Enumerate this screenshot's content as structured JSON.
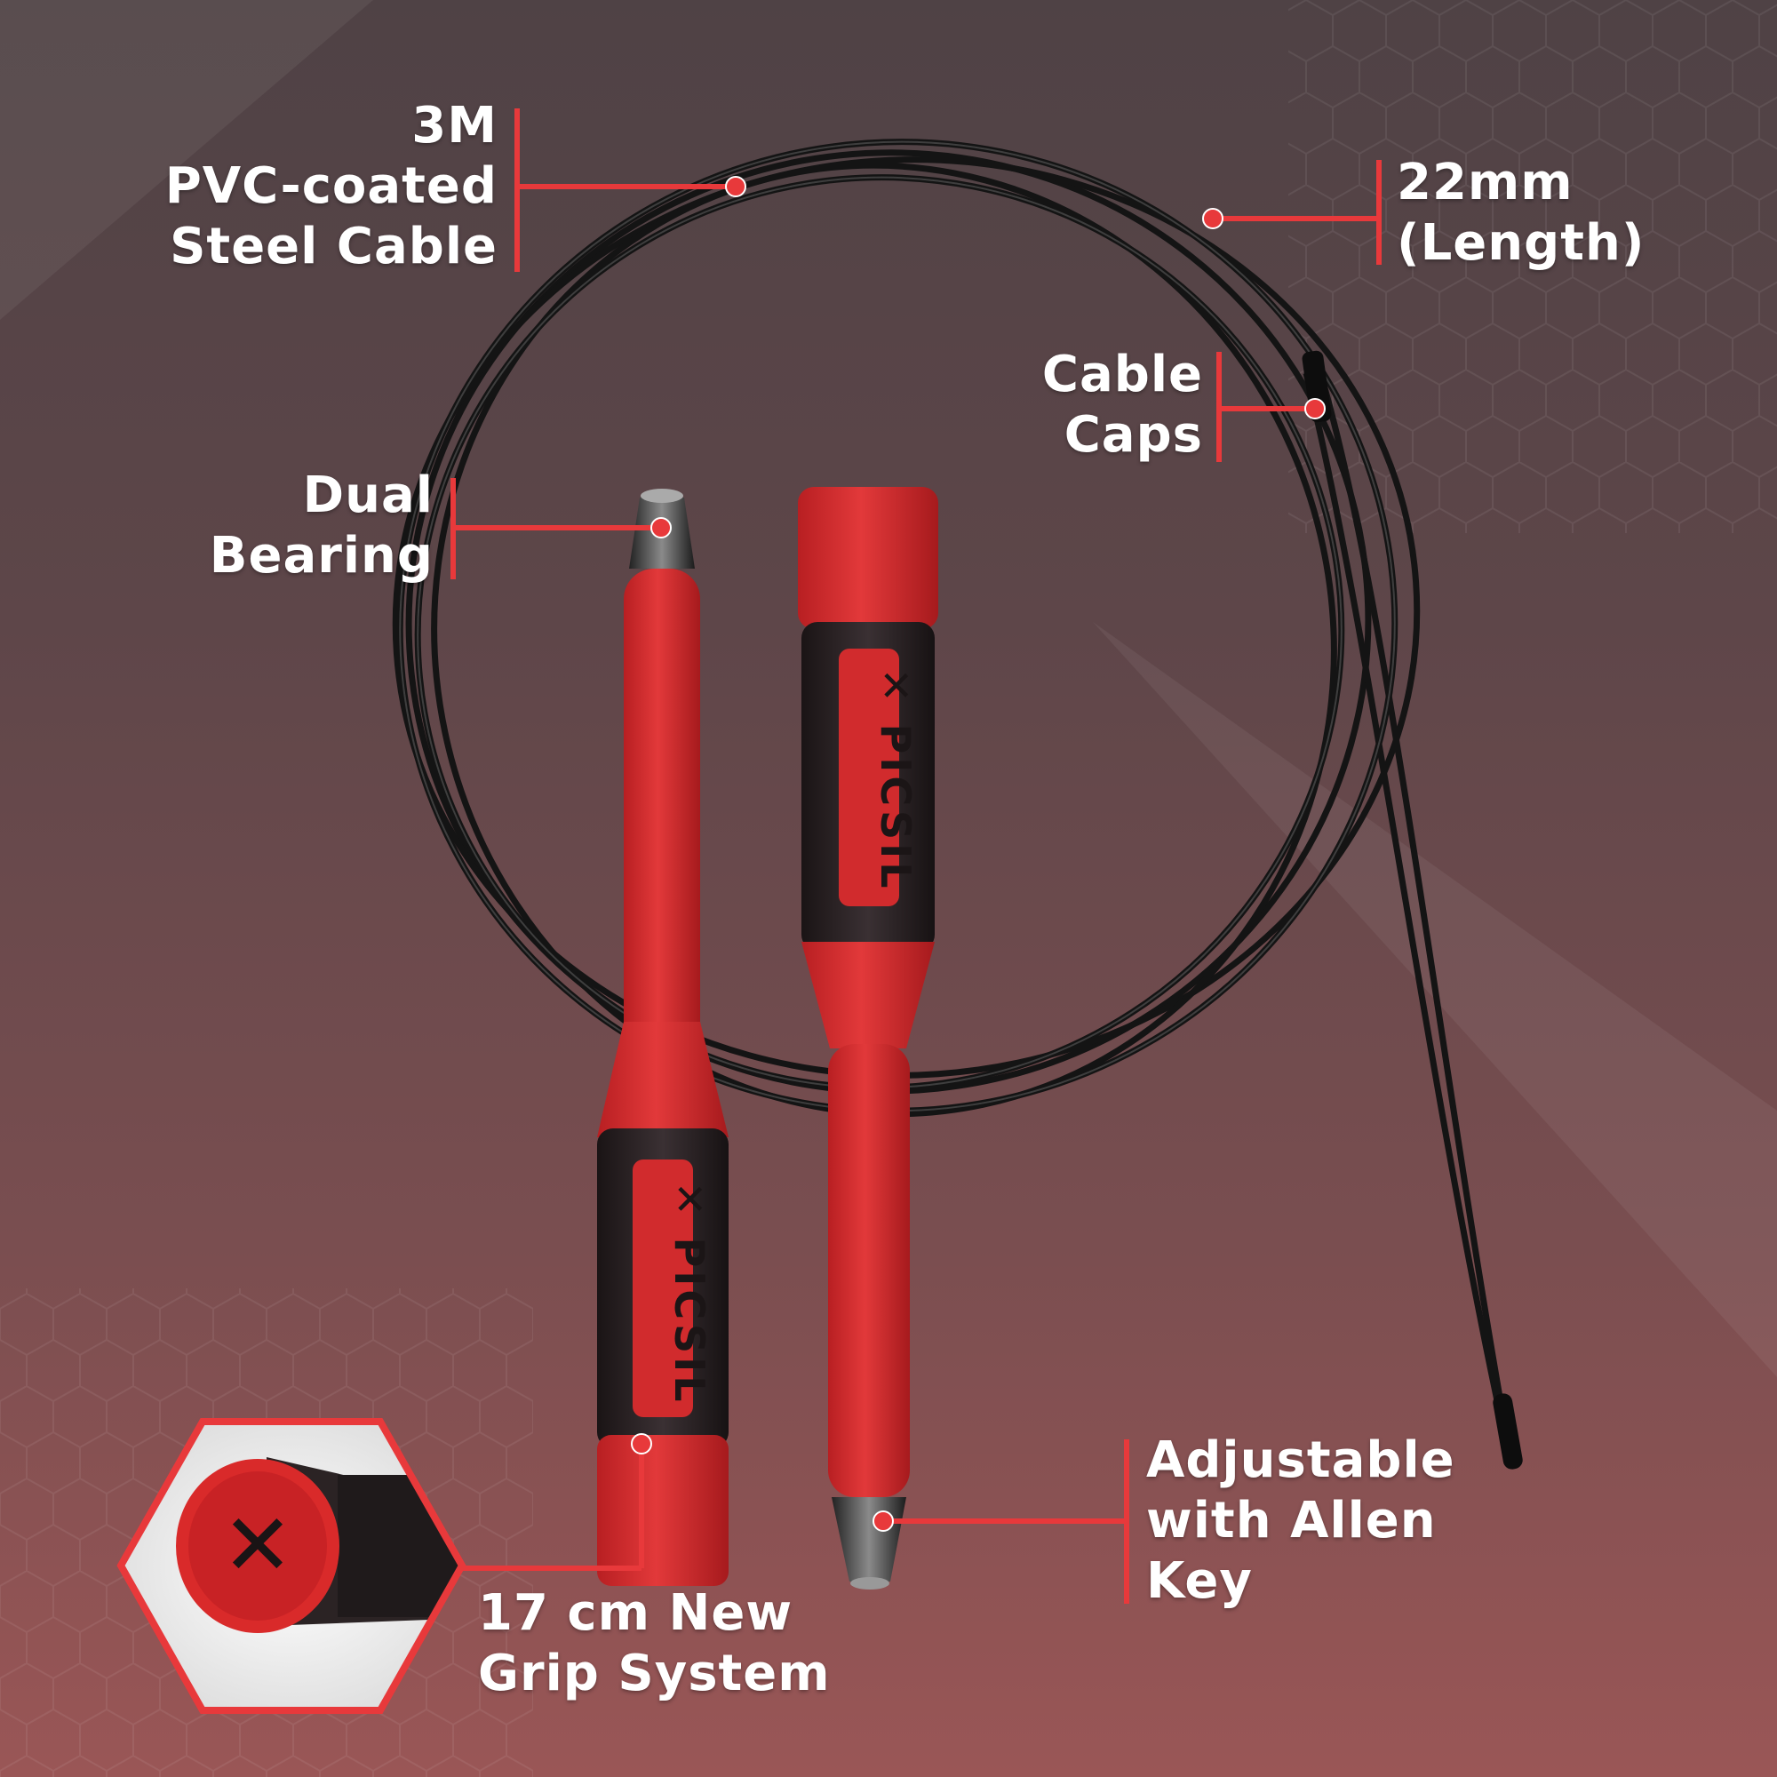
{
  "colors": {
    "accent": "#e8393b",
    "handle_red": "#d92a2a",
    "grip_black": "#2a2224",
    "cable": "#151515"
  },
  "brand": {
    "logo_text": "PICSIL"
  },
  "callouts": {
    "cable": {
      "lines": [
        "3M",
        "PVC-coated",
        "Steel Cable"
      ]
    },
    "length": {
      "lines": [
        "22mm",
        "(Length)"
      ]
    },
    "caps": {
      "lines": [
        "Cable",
        "Caps"
      ]
    },
    "bearing": {
      "lines": [
        "Dual",
        "Bearing"
      ]
    },
    "adjust": {
      "lines": [
        "Adjustable",
        "with Allen",
        "Key"
      ]
    },
    "grip": {
      "lines": [
        "17 cm New",
        "Grip System"
      ]
    }
  }
}
